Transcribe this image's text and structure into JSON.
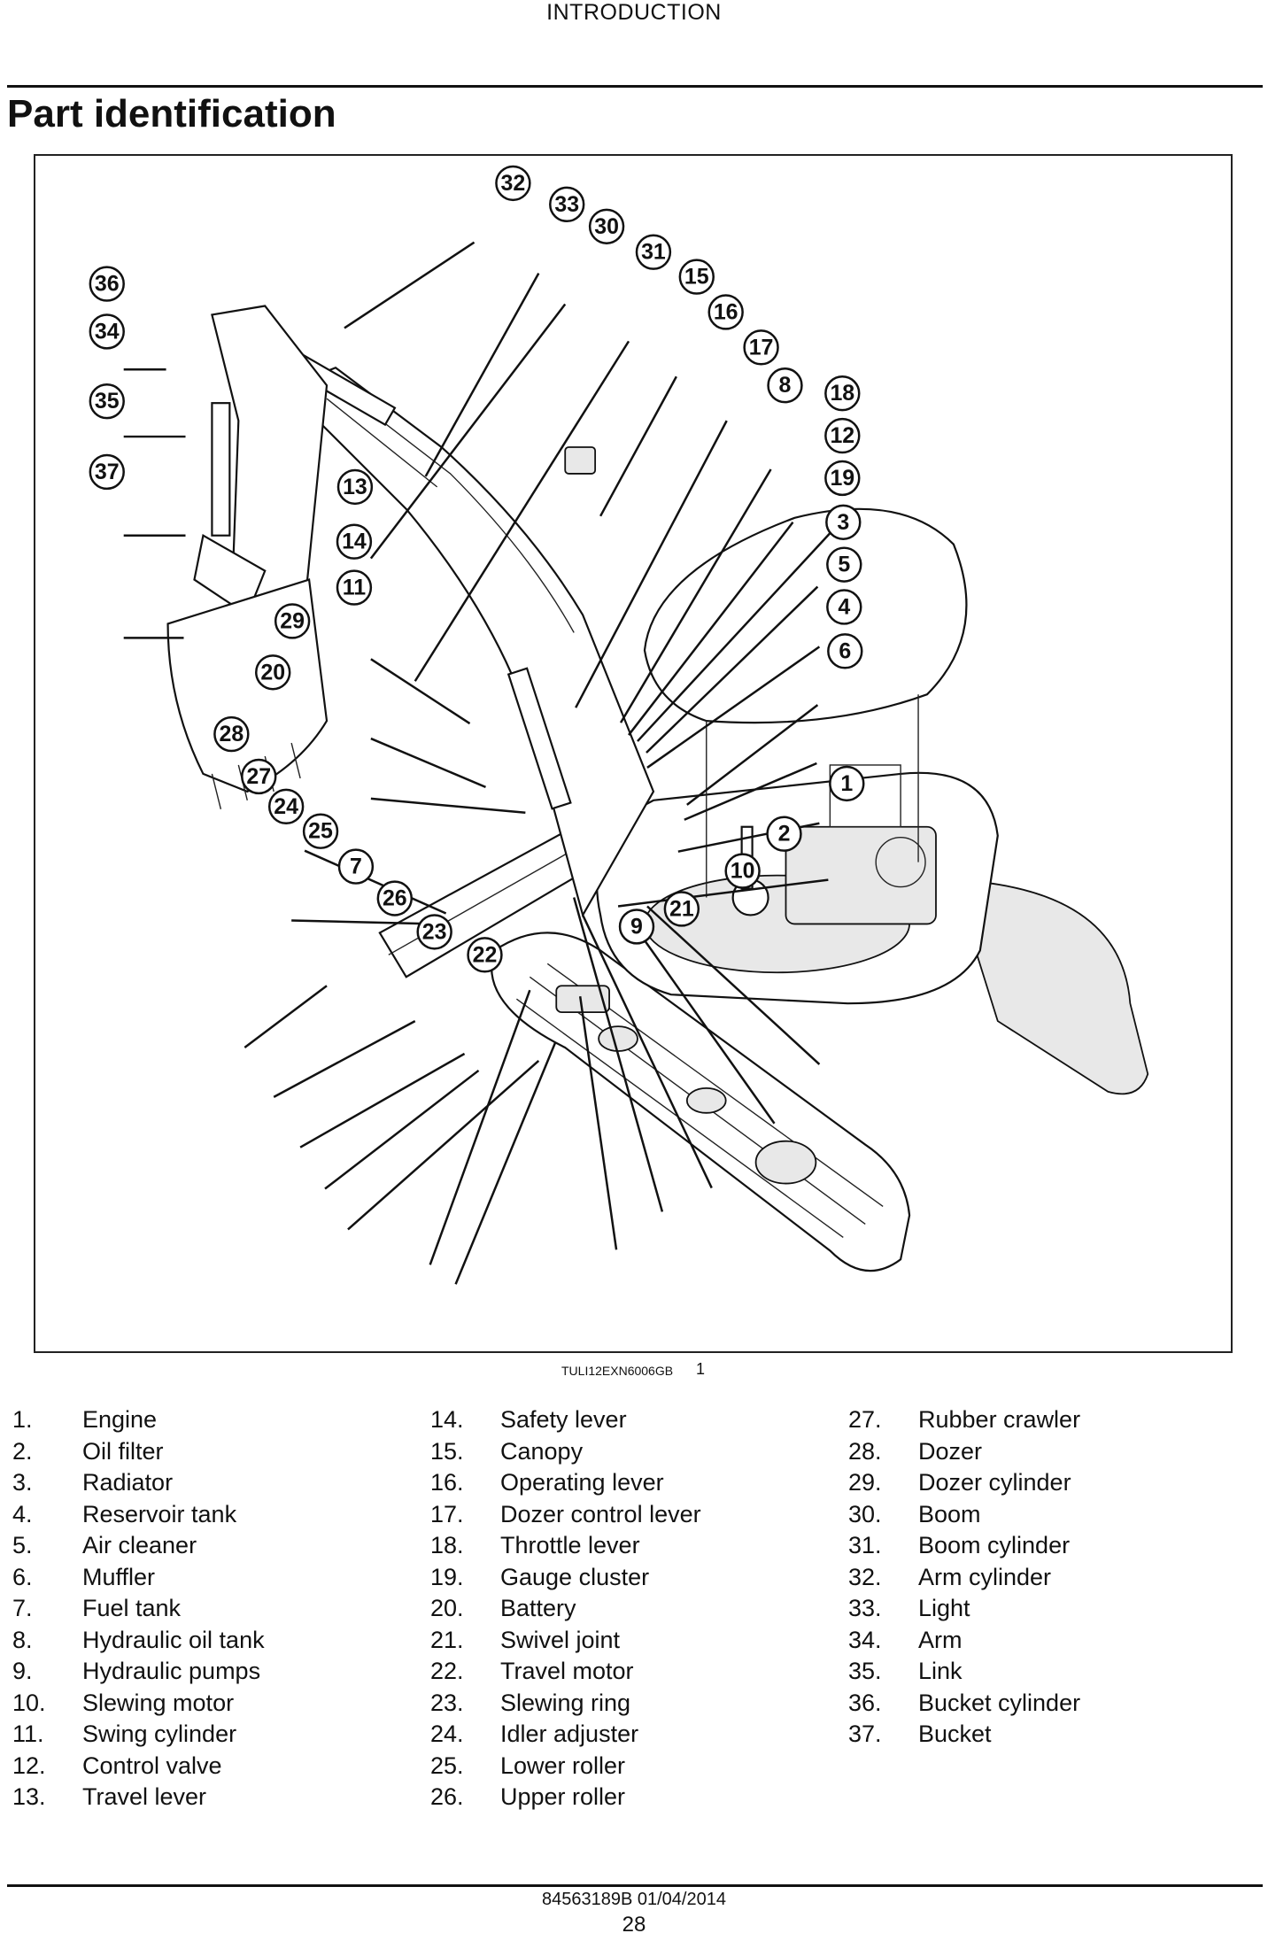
{
  "header": {
    "section": "INTRODUCTION"
  },
  "page_title": "Part identification",
  "figure": {
    "reference": "TULI12EXN6006GB",
    "number": "1",
    "callouts": [
      "32",
      "33",
      "30",
      "31",
      "15",
      "16",
      "17",
      "8",
      "18",
      "12",
      "19",
      "3",
      "5",
      "4",
      "6",
      "1",
      "2",
      "10",
      "21",
      "9",
      "22",
      "23",
      "26",
      "7",
      "25",
      "24",
      "27",
      "28",
      "20",
      "29",
      "11",
      "14",
      "13",
      "36",
      "34",
      "35",
      "37"
    ]
  },
  "legend": {
    "col1": [
      {
        "num": "1.",
        "label": "Engine"
      },
      {
        "num": "2.",
        "label": "Oil filter"
      },
      {
        "num": "3.",
        "label": "Radiator"
      },
      {
        "num": "4.",
        "label": "Reservoir tank"
      },
      {
        "num": "5.",
        "label": "Air cleaner"
      },
      {
        "num": "6.",
        "label": "Muffler"
      },
      {
        "num": "7.",
        "label": "Fuel tank"
      },
      {
        "num": "8.",
        "label": "Hydraulic oil tank"
      },
      {
        "num": "9.",
        "label": "Hydraulic pumps"
      },
      {
        "num": "10.",
        "label": "Slewing motor"
      },
      {
        "num": "11.",
        "label": "Swing cylinder"
      },
      {
        "num": "12.",
        "label": "Control valve"
      },
      {
        "num": "13.",
        "label": "Travel lever"
      }
    ],
    "col2": [
      {
        "num": "14.",
        "label": "Safety lever"
      },
      {
        "num": "15.",
        "label": "Canopy"
      },
      {
        "num": "16.",
        "label": "Operating lever"
      },
      {
        "num": "17.",
        "label": "Dozer control lever"
      },
      {
        "num": "18.",
        "label": "Throttle lever"
      },
      {
        "num": "19.",
        "label": "Gauge cluster"
      },
      {
        "num": "20.",
        "label": "Battery"
      },
      {
        "num": "21.",
        "label": "Swivel joint"
      },
      {
        "num": "22.",
        "label": "Travel motor"
      },
      {
        "num": "23.",
        "label": "Slewing ring"
      },
      {
        "num": "24.",
        "label": "Idler adjuster"
      },
      {
        "num": "25.",
        "label": "Lower roller"
      },
      {
        "num": "26.",
        "label": "Upper roller"
      }
    ],
    "col3": [
      {
        "num": "27.",
        "label": "Rubber crawler"
      },
      {
        "num": "28.",
        "label": "Dozer"
      },
      {
        "num": "29.",
        "label": "Dozer cylinder"
      },
      {
        "num": "30.",
        "label": "Boom"
      },
      {
        "num": "31.",
        "label": "Boom cylinder"
      },
      {
        "num": "32.",
        "label": "Arm cylinder"
      },
      {
        "num": "33.",
        "label": "Light"
      },
      {
        "num": "34.",
        "label": "Arm"
      },
      {
        "num": "35.",
        "label": "Link"
      },
      {
        "num": "36.",
        "label": "Bucket cylinder"
      },
      {
        "num": "37.",
        "label": "Bucket"
      }
    ]
  },
  "footer": {
    "document": "84563189B 01/04/2014",
    "page": "28"
  }
}
